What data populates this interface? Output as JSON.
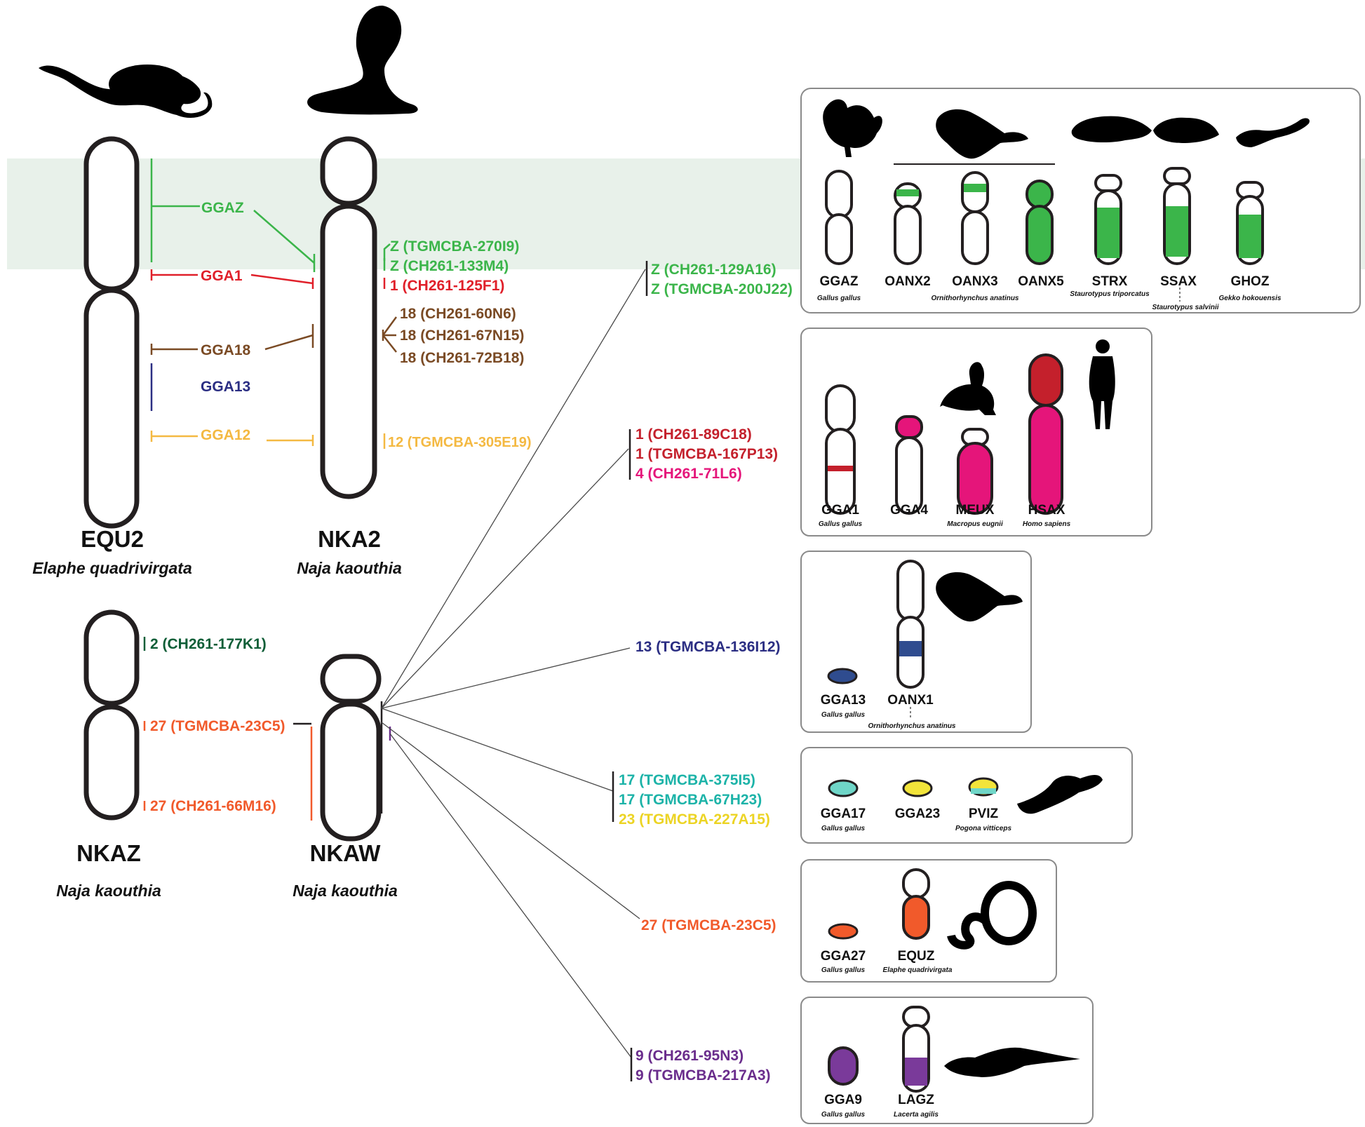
{
  "colors": {
    "green": "#3bb54a",
    "red": "#e0202a",
    "brown": "#7a4a24",
    "navy": "#2b2e83",
    "orange": "#f4b942",
    "darkgreen": "#0e5e37",
    "coral": "#f15a2b",
    "crimson": "#c4202c",
    "magenta": "#e5157a",
    "blue": "#2f4c8f",
    "teal": "#1cb3a8",
    "yellow": "#ecd424",
    "purple": "#6a2d8c",
    "highlight": "#e8f1ea",
    "outline": "#231f20"
  },
  "main": {
    "equ2": {
      "name": "EQU2",
      "species": "Elaphe quadrivirgata",
      "bands": {
        "ggaz": "GGAZ",
        "gga1": "GGA1",
        "gga18": "GGA18",
        "gga13": "GGA13",
        "gga12": "GGA12"
      }
    },
    "nka2": {
      "name": "NKA2",
      "species": "Naja kaouthia",
      "probes": [
        "Z (TGMCBA-270I9)",
        "Z (CH261-133M4)",
        "1 (CH261-125F1)",
        "18 (CH261-60N6)",
        "18 (CH261-67N15)",
        "18 (CH261-72B18)",
        "12 (TGMCBA-305E19)"
      ]
    },
    "nkaz": {
      "name": "NKAZ",
      "species": "Naja kaouthia",
      "probes": [
        "2 (CH261-177K1)",
        "27 (TGMCBA-23C5)",
        "27 (CH261-66M16)"
      ]
    },
    "nkaw": {
      "name": "NKAW",
      "species": "Naja kaouthia"
    }
  },
  "probe_groups": [
    {
      "lines": [
        "Z (CH261-129A16)",
        "Z (TGMCBA-200J22)"
      ]
    },
    {
      "lines": [
        "1 (CH261-89C18)",
        "1 (TGMCBA-167P13)",
        "4 (CH261-71L6)"
      ]
    },
    {
      "lines": [
        "13 (TGMCBA-136I12)"
      ]
    },
    {
      "lines": [
        "17 (TGMCBA-375I5)",
        "17 (TGMCBA-67H23)",
        "23 (TGMCBA-227A15)"
      ]
    },
    {
      "lines": [
        "27 (TGMCBA-23C5)"
      ]
    },
    {
      "lines": [
        "9 (CH261-95N3)",
        "9 (TGMCBA-217A3)"
      ]
    }
  ],
  "panels": {
    "z": {
      "labels": [
        "GGAZ",
        "OANX2",
        "OANX3",
        "OANX5",
        "STRX",
        "SSAX",
        "GHOZ"
      ],
      "species": [
        "Gallus gallus",
        "Ornithorhynchus anatinus",
        "Staurotypus triporcatus",
        "Staurotypus salvinii",
        "Gekko hokouensis"
      ]
    },
    "gga1": {
      "labels": [
        "GGA1",
        "GGA4",
        "MEUX",
        "HSAX"
      ],
      "species": [
        "Gallus gallus",
        "Macropus eugnii",
        "Homo sapiens"
      ]
    },
    "gga13": {
      "labels": [
        "GGA13",
        "OANX1"
      ],
      "species": [
        "Gallus gallus",
        "Ornithorhynchus anatinus"
      ]
    },
    "gga17": {
      "labels": [
        "GGA17",
        "GGA23",
        "PVIZ"
      ],
      "species": [
        "Gallus gallus",
        "Pogona vitticeps"
      ]
    },
    "gga27": {
      "labels": [
        "GGA27",
        "EQUZ"
      ],
      "species": [
        "Gallus gallus",
        "Elaphe quadrivirgata"
      ]
    },
    "gga9": {
      "labels": [
        "GGA9",
        "LAGZ"
      ],
      "species": [
        "Gallus gallus",
        "Lacerta agilis"
      ]
    }
  },
  "icons": [
    "snake-icon",
    "cobra-icon",
    "chicken-icon",
    "platypus-icon",
    "turtle-icon",
    "gecko-icon",
    "wallaby-icon",
    "human-icon",
    "bearded-dragon-icon",
    "coiled-snake-icon",
    "lizard-icon"
  ]
}
